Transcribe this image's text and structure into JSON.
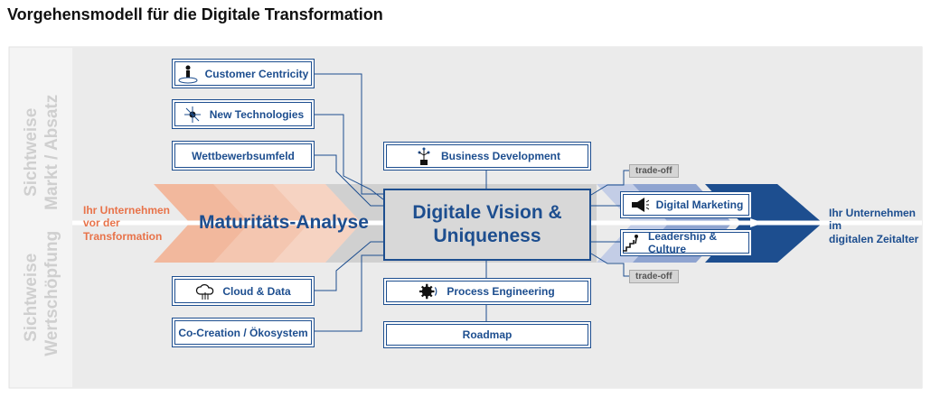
{
  "title": "Vorgehensmodell für die Digitale Transformation",
  "side_labels": {
    "top": "Sichtweise\nMarkt / Absatz",
    "bottom": "Sichtweise\nWertschöpfung"
  },
  "left_text": [
    "Ihr Unternehmen",
    "vor der",
    "Transformation"
  ],
  "right_text": [
    "Ihr Unternehmen",
    "im",
    "digitalen Zeitalter"
  ],
  "maturity": "Maturitäts-Analyse",
  "vision": [
    "Digitale Vision &",
    "Uniqueness"
  ],
  "boxes": {
    "customer": "Customer Centricity",
    "newtech": "New Technologies",
    "wettbewerb": "Wettbewerbsumfeld",
    "cloud": "Cloud & Data",
    "cocreation": "Co-Creation / Ökosystem",
    "business": "Business Development",
    "process": "Process Engineering",
    "roadmap": "Roadmap",
    "marketing": "Digital Marketing",
    "leadership": "Leadership & Culture"
  },
  "tradeoff": "trade-off",
  "colors": {
    "blue": "#1d4e8f",
    "orange": "#e8734a",
    "panel": "#ececec"
  }
}
